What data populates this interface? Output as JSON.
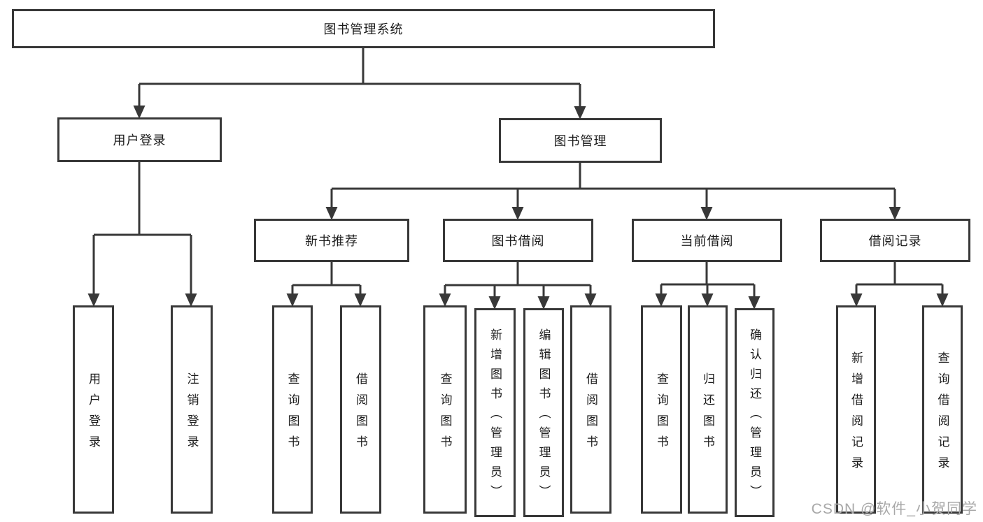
{
  "diagram": {
    "root": {
      "label": "图书管理系统"
    },
    "branches": [
      {
        "label": "用户登录",
        "children": [
          {
            "label": "用户登录"
          },
          {
            "label": "注销登录"
          }
        ]
      },
      {
        "label": "图书管理",
        "children": [
          {
            "label": "新书推荐",
            "children": [
              {
                "label": "查询图书"
              },
              {
                "label": "借阅图书"
              }
            ]
          },
          {
            "label": "图书借阅",
            "children": [
              {
                "label": "查询图书"
              },
              {
                "label": "新增图书（管理员）"
              },
              {
                "label": "编辑图书（管理员）"
              },
              {
                "label": "借阅图书"
              }
            ]
          },
          {
            "label": "当前借阅",
            "children": [
              {
                "label": "查询图书"
              },
              {
                "label": "归还图书"
              },
              {
                "label": "确认归还（管理员）"
              }
            ]
          },
          {
            "label": "借阅记录",
            "children": [
              {
                "label": "新增借阅记录"
              },
              {
                "label": "查询借阅记录"
              }
            ]
          }
        ]
      }
    ]
  },
  "watermark": {
    "text": "CSDN @软件_小贺同学"
  },
  "colors": {
    "line": "#383838",
    "text": "#1c1c1c",
    "background": "#ffffff",
    "watermark": "#a8a8a8"
  }
}
